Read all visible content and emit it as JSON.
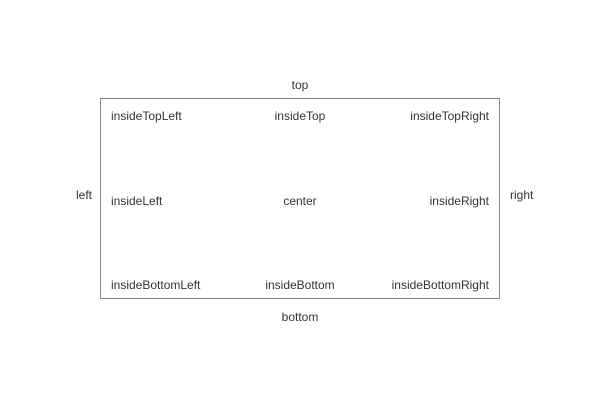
{
  "colors": {
    "background": "#ffffff",
    "border": "#858585",
    "text": "#333333"
  },
  "outside_labels": {
    "top": "top",
    "bottom": "bottom",
    "left": "left",
    "right": "right"
  },
  "inside_labels": {
    "rows": [
      [
        "insideTopLeft",
        "insideTop",
        "insideTopRight"
      ],
      [
        "insideLeft",
        "center",
        "insideRight"
      ],
      [
        "insideBottomLeft",
        "insideBottom",
        "insideBottomRight"
      ]
    ]
  }
}
